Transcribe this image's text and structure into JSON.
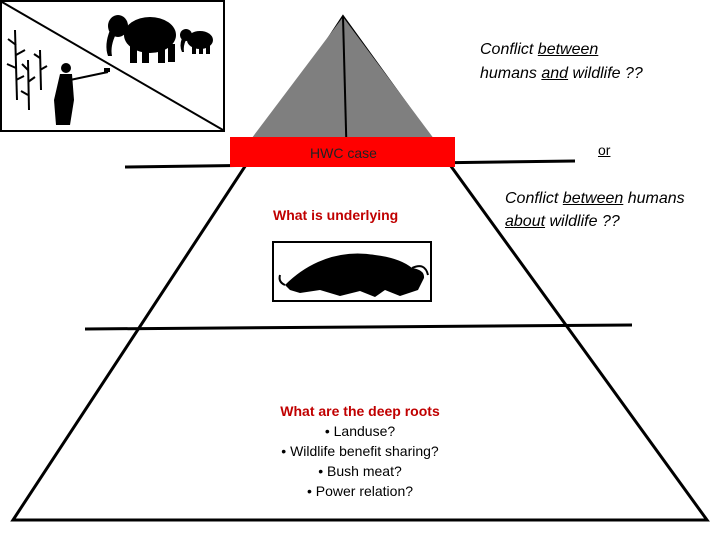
{
  "pyramid": {
    "top_caption_1": [
      "Conflict ",
      "between",
      "humans ",
      "and",
      " wildlife ??"
    ],
    "or_label": "or",
    "top_caption_2": [
      "Conflict ",
      "between",
      " humans",
      "about",
      " wildlife ??"
    ],
    "hwc_label": "HWC case",
    "underlying_label": "What is underlying",
    "deep_roots_title": "What are the deep roots",
    "deep_roots_items": [
      "Landuse?",
      "Wildlife benefit sharing?",
      "Bush meat?",
      "Power relation?"
    ]
  },
  "icons": {
    "farmer_elephants_scene": "farmer-with-hoe-and-elephants",
    "elephant_silhouette": "fallen-elephant-icon"
  },
  "colors": {
    "hwc_box": "#ff0000",
    "red_text": "#c00000",
    "pyramid_top_fill": "#7f7f7f"
  }
}
